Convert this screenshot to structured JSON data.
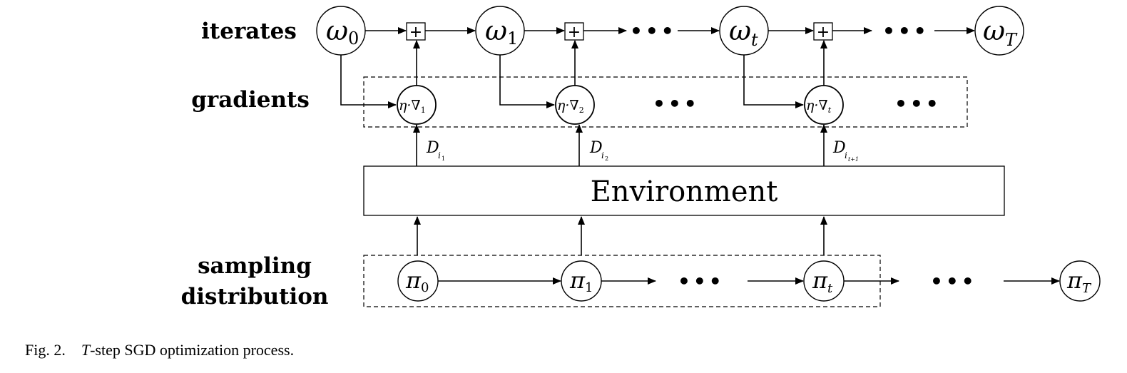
{
  "labels": {
    "iterates": "iterates",
    "gradients": "gradients",
    "sampling_line1": "sampling",
    "sampling_line2": "distribution"
  },
  "iterates": {
    "w0": {
      "sym": "ω",
      "sub": "0"
    },
    "w1": {
      "sym": "ω",
      "sub": "1"
    },
    "wt": {
      "sym": "ω",
      "sub": "t"
    },
    "wT": {
      "sym": "ω",
      "sub": "T"
    }
  },
  "plus_symbol": "+",
  "gradients": {
    "g1": {
      "text": "η·∇",
      "sub": "1"
    },
    "g2": {
      "text": "η·∇",
      "sub": "2"
    },
    "gt": {
      "text": "η·∇",
      "sub": "t"
    }
  },
  "data_labels": {
    "d1": {
      "main": "D",
      "sub": "i",
      "subsub": "1"
    },
    "d2": {
      "main": "D",
      "sub": "i",
      "subsub": "2"
    },
    "dt": {
      "main": "D",
      "sub": "i",
      "subsub": "t+1"
    }
  },
  "environment": "Environment",
  "sampling": {
    "p0": {
      "sym": "π",
      "sub": "0"
    },
    "p1": {
      "sym": "π",
      "sub": "1"
    },
    "pt": {
      "sym": "π",
      "sub": "t"
    },
    "pT": {
      "sym": "π",
      "sub": "T"
    }
  },
  "ellipsis": "•••",
  "caption": {
    "prefix": "Fig. 2.",
    "T": "T",
    "rest": "-step SGD optimization process."
  }
}
